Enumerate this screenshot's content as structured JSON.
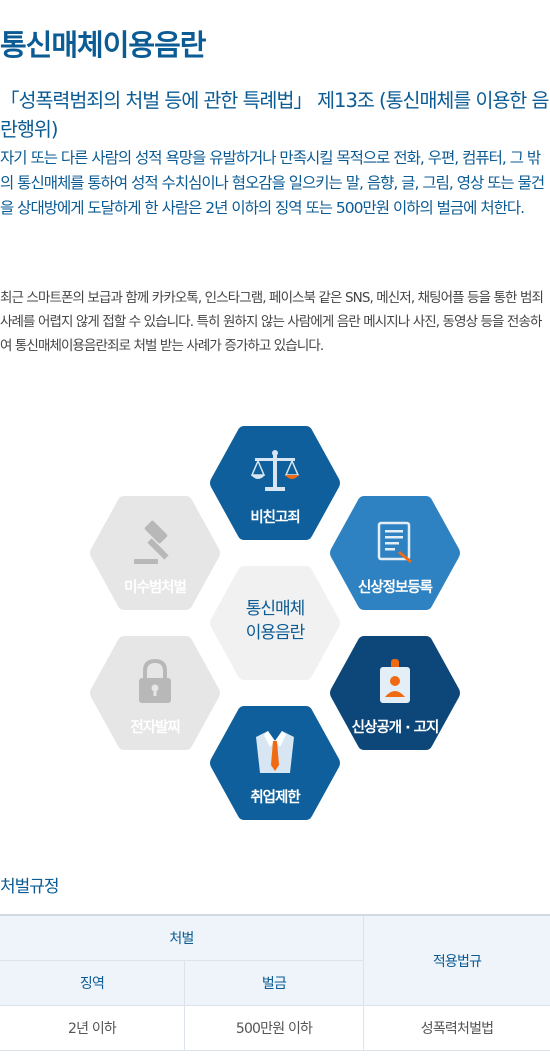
{
  "page": {
    "title": "통신매체이용음란",
    "law_title": "「성폭력범죄의 처벌 등에 관한 특례법」 제13조 (통신매체를 이용한 음란행위)",
    "law_text": "자기 또는 다른 사람의 성적 욕망을 유발하거나 만족시킬 목적으로 전화, 우편, 컴퓨터, 그 밖의 통신매체를 통하여 성적 수치심이나 혐오감을 일으키는 말, 음향, 글, 그림, 영상 또는 물건을 상대방에게 도달하게 한 사람은 2년 이하의 징역 또는 500만원 이하의 벌금에 처한다.",
    "description": "최근 스마트폰의 보급과 함께 카카오톡, 인스타그램, 페이스북 같은 SNS, 메신저, 채팅어플 등을 통한 범죄 사례를 어렵지 않게 접할 수 있습니다. 특히 원하지 않는 사람에게 음란 메시지나 사진, 동영상 등을 전송하여 통신매체이용음란죄로 처벌 받는 사례가 증가하고 있습니다."
  },
  "diagram": {
    "center_line1": "통신매체",
    "center_line2": "이용음란",
    "items": [
      {
        "label": "비친고죄",
        "icon": "scales-icon",
        "active": true,
        "color": "#0e5f9b"
      },
      {
        "label": "신상정보등록",
        "icon": "document-pen-icon",
        "active": true,
        "color": "#2e82c1"
      },
      {
        "label": "신상공개 · 고지",
        "icon": "id-badge-icon",
        "active": true,
        "color": "#0d4678"
      },
      {
        "label": "취업제한",
        "icon": "shirt-tie-icon",
        "active": true,
        "color": "#0e5f9b"
      },
      {
        "label": "전자발찌",
        "icon": "padlock-icon",
        "active": false,
        "color": "#e6e6e6"
      },
      {
        "label": "미수범처벌",
        "icon": "gavel-icon",
        "active": false,
        "color": "#e6e6e6"
      }
    ],
    "accent_color": "#f06a13",
    "inactive_icon_color": "#b8b8b8"
  },
  "punishment": {
    "title": "처벌규정",
    "header_group": "처벌",
    "col_prison": "징역",
    "col_fine": "벌금",
    "col_law": "적용법규",
    "row": {
      "prison": "2년 이하",
      "fine": "500만원 이하",
      "law": "성폭력처벌법"
    }
  }
}
